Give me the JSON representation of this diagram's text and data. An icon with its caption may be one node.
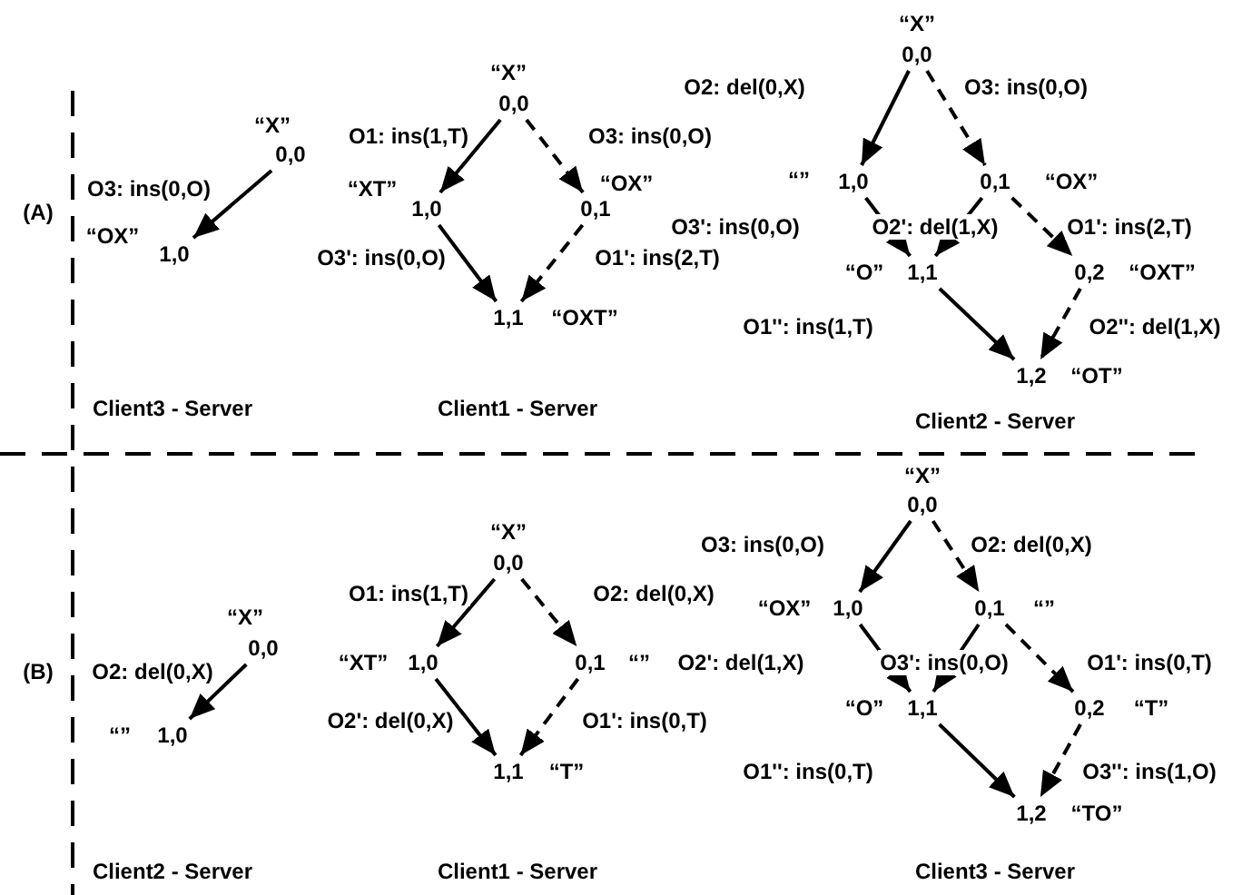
{
  "diagram": {
    "nodes": [
      {
        "text": [
          "0,0"
        ],
        "beside": [
          "“X”"
        ]
      },
      {
        "text": [
          "1,0"
        ],
        "beside": [
          "“OX”"
        ]
      },
      {
        "text": [
          "0,0"
        ],
        "beside": [
          "“X”"
        ]
      },
      {
        "text": [
          "1,0"
        ],
        "beside": [
          "“XT”"
        ]
      },
      {
        "text": [
          "0,1"
        ],
        "beside": [
          "“OX”"
        ]
      },
      {
        "text": [
          "1,1"
        ],
        "beside": [
          "“OXT”"
        ]
      },
      {
        "text": [
          "0,0"
        ],
        "beside": [
          "“X”"
        ]
      },
      {
        "text": [
          "1,0"
        ],
        "beside": [
          "“”"
        ]
      },
      {
        "text": [
          "0,1"
        ],
        "beside": [
          "“OX”"
        ]
      },
      {
        "text": [
          "1,1"
        ],
        "beside": [
          "“O”"
        ]
      },
      {
        "text": [
          "0,2"
        ],
        "beside": [
          "“OXT”"
        ]
      },
      {
        "text": [
          "1,2"
        ],
        "beside": [
          "“OT”"
        ]
      },
      {
        "text": [
          "0,0"
        ],
        "beside": [
          "“X”"
        ]
      },
      {
        "text": [
          "1,0"
        ],
        "beside": [
          "“”"
        ]
      },
      {
        "text": [
          "0,0"
        ],
        "beside": [
          "“X”"
        ]
      },
      {
        "text": [
          "1,0"
        ],
        "beside": [
          "“XT”"
        ]
      },
      {
        "text": [
          "0,1"
        ],
        "beside": [
          "“”"
        ]
      },
      {
        "text": [
          "1,1"
        ],
        "beside": [
          "“T”"
        ]
      },
      {
        "text": [
          "0,0"
        ],
        "beside": [
          "“X”"
        ]
      },
      {
        "text": [
          "1,0"
        ],
        "beside": [
          "“OX”"
        ]
      },
      {
        "text": [
          "0,1"
        ],
        "beside": [
          "“”"
        ]
      },
      {
        "text": [
          "1,1"
        ],
        "beside": [
          "“O”"
        ]
      },
      {
        "text": [
          "0,2"
        ],
        "beside": [
          "“T”"
        ]
      },
      {
        "text": [
          "1,2"
        ],
        "beside": [
          "“TO”"
        ]
      }
    ],
    "edges": [
      {
        "from": 0,
        "to": 1,
        "arrow": "to",
        "label": "O3: ins(0,O)"
      },
      {
        "from": 2,
        "to": 3,
        "arrow": "to",
        "label": "O1: ins(1,T)"
      },
      {
        "from": 2,
        "to": 4,
        "arrow": "to",
        "label": "O3: ins(0,O)",
        "style": "dashed"
      },
      {
        "from": 3,
        "to": 5,
        "arrow": "to",
        "label": "O3': ins(0,O)"
      },
      {
        "from": 4,
        "to": 5,
        "arrow": "to",
        "label": "O1': ins(2,T)",
        "style": "dashed"
      },
      {
        "from": 6,
        "to": 7,
        "arrow": "to",
        "label": "O2: del(0,X)"
      },
      {
        "from": 6,
        "to": 8,
        "arrow": "to",
        "label": "O3: ins(0,O)",
        "style": "dashed"
      },
      {
        "from": 7,
        "to": 9,
        "arrow": "to",
        "label": "O3': ins(0,O)"
      },
      {
        "from": 8,
        "to": 9,
        "arrow": "to",
        "label": "O2': del(1,X)"
      },
      {
        "from": 8,
        "to": 10,
        "arrow": "to",
        "label": "O1': ins(2,T)",
        "style": "dashed"
      },
      {
        "from": 9,
        "to": 11,
        "arrow": "to",
        "label": "O1'': ins(1,T)"
      },
      {
        "from": 10,
        "to": 11,
        "arrow": "to",
        "label": "O2'': del(1,X)",
        "style": "dashed"
      },
      {
        "from": 12,
        "to": 13,
        "arrow": "to",
        "label": "O2: del(0,X)"
      },
      {
        "from": 14,
        "to": 15,
        "arrow": "to",
        "label": "O1: ins(1,T)"
      },
      {
        "from": 14,
        "to": 16,
        "arrow": "to",
        "label": "O2: del(0,X)",
        "style": "dashed"
      },
      {
        "from": 15,
        "to": 17,
        "arrow": "to",
        "label": "O2': del(0,X)"
      },
      {
        "from": 16,
        "to": 17,
        "arrow": "to",
        "label": "O1': ins(0,T)",
        "style": "dashed"
      },
      {
        "from": 18,
        "to": 19,
        "arrow": "to",
        "label": "O3: ins(0,O)"
      },
      {
        "from": 18,
        "to": 20,
        "arrow": "to",
        "label": "O2: del(0,X)",
        "style": "dashed"
      },
      {
        "from": 19,
        "to": 21,
        "arrow": "to",
        "label": "O2': del(1,X)"
      },
      {
        "from": 20,
        "to": 21,
        "arrow": "to",
        "label": "O3': ins(0,O)"
      },
      {
        "from": 20,
        "to": 22,
        "arrow": "to",
        "label": "O1': ins(0,T)",
        "style": "dashed"
      },
      {
        "from": 21,
        "to": 23,
        "arrow": "to",
        "label": "O1'': ins(0,T)"
      },
      {
        "from": 22,
        "to": 23,
        "arrow": "to",
        "label": "O3'': ins(1,O)",
        "style": "dashed"
      }
    ],
    "labels": [
      "(A)",
      "Client3 - Server",
      "Client1 - Server",
      "Client2 - Server",
      "(B)",
      "Client2 - Server",
      "Client1 - Server",
      "Client3 - Server"
    ]
  }
}
